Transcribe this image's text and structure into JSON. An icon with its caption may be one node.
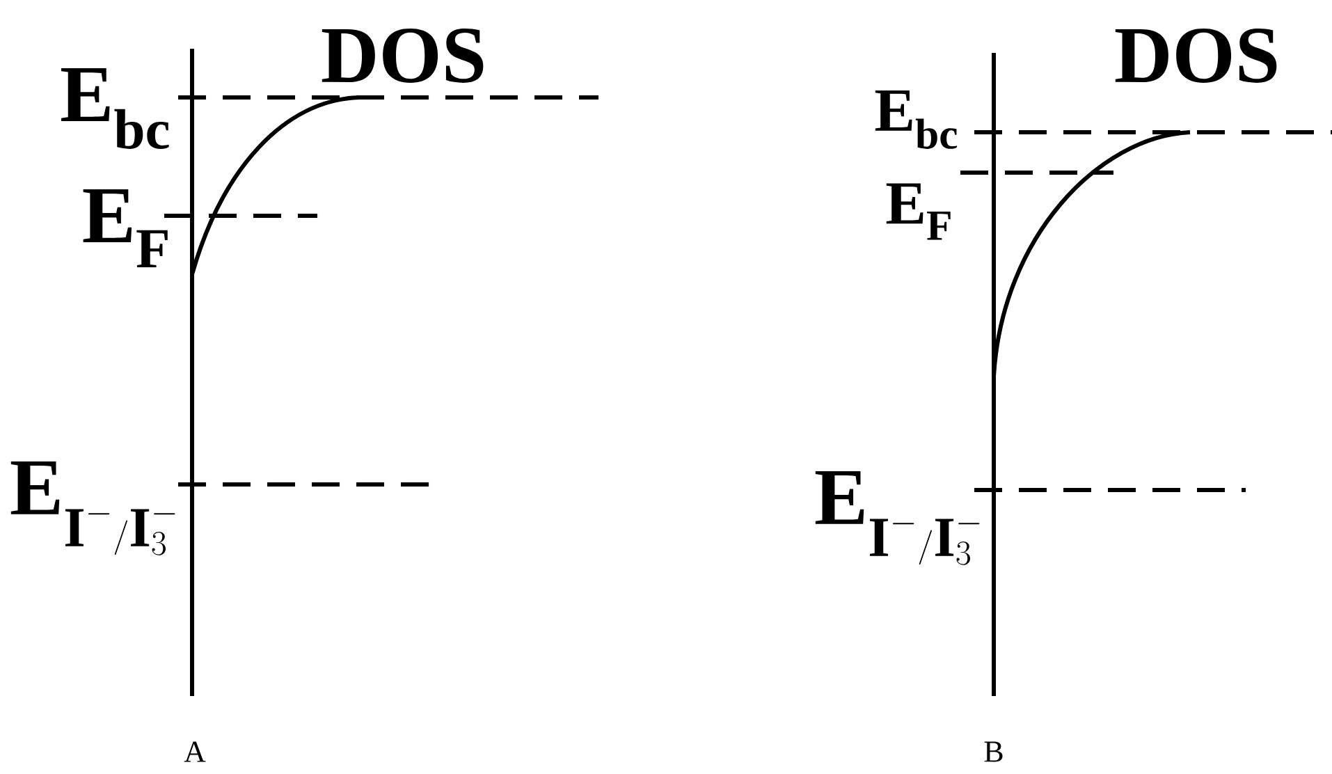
{
  "diagram": {
    "labels": [
      "DOS",
      "\\textbf{E}_{\\textbf{bc}}",
      "\\textbf{E}_{\\textbf{F}}",
      "\\textbf{E}_{\\textbf{I}^{-}/\\textbf{I}_{3}^{-}}",
      "A",
      "DOS",
      "\\textbf{E}_{\\textbf{bc}}",
      "\\textbf{E}_{\\textbf{F}}",
      "\\textbf{E}_{\\textbf{I}^{-}/\\textbf{I}_{3}^{-}}",
      "B"
    ]
  }
}
